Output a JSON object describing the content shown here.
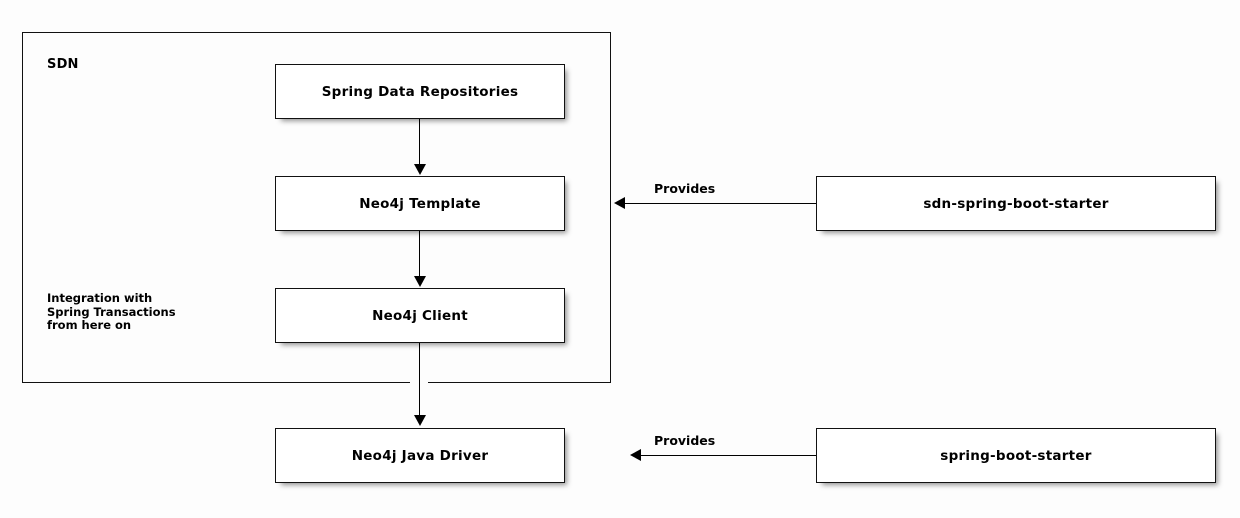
{
  "diagram": {
    "background_color": "#fdfdfd",
    "stroke_color": "#111111",
    "text_color": "#000000"
  },
  "group": {
    "label": "SDN"
  },
  "annotation": {
    "line1": "Integration with",
    "line2": "Spring Transactions",
    "line3": "from here on"
  },
  "nodes": {
    "spring_data_repositories": "Spring Data Repositories",
    "neo4j_template": "Neo4j Template",
    "neo4j_client": "Neo4j Client",
    "neo4j_java_driver": "Neo4j Java Driver",
    "sdn_spring_boot_starter": "sdn-spring-boot-starter",
    "spring_boot_starter": "spring-boot-starter"
  },
  "edges": {
    "provides_top": "Provides",
    "provides_bottom": "Provides"
  }
}
